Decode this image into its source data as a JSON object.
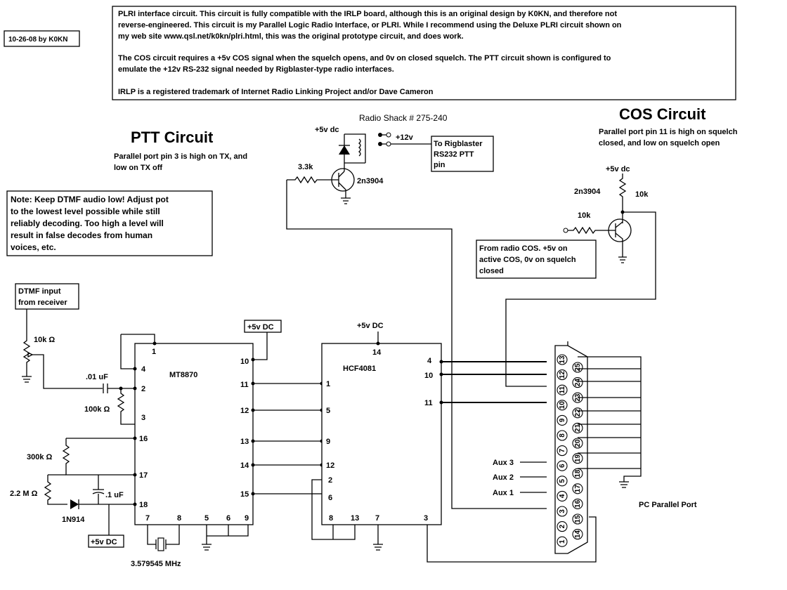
{
  "header": {
    "date_label": "10-26-08 by K0KN",
    "intro_lines": [
      "PLRI interface circuit. This circuit is fully compatible with the IRLP board, although this is an original design by K0KN, and therefore not",
      "reverse-engineered. This circuit is my Parallel Logic Radio Interface, or PLRI. While I recommend using the Deluxe PLRI circuit shown on",
      "my web site www.qsl.net/k0kn/plri.html, this was the original prototype circuit, and does work."
    ],
    "cos_note_lines": [
      "The COS circuit requires a +5v COS signal when the squelch opens, and 0v on closed squelch. The PTT circuit shown is configured to",
      "emulate the +12v RS-232 signal needed by Rigblaster-type radio interfaces."
    ],
    "trademark_line": "IRLP is a registered trademark of Internet Radio Linking Project and/or Dave Cameron"
  },
  "ptt": {
    "title": "PTT Circuit",
    "desc_lines": [
      "Parallel port pin 3 is high on TX, and",
      "low on TX off"
    ],
    "relay_label": "Radio Shack # 275-240",
    "supply": "+5v dc",
    "relay_out": "+12v",
    "resistor": "3.3k",
    "transistor": "2n3904",
    "rigblaster_lines": [
      "To Rigblaster",
      "RS232 PTT",
      "pin"
    ]
  },
  "cos": {
    "title": "COS Circuit",
    "desc_lines": [
      "Parallel port pin 11 is high on squelch",
      "closed, and low on squelch open"
    ],
    "supply": "+5v dc",
    "transistor": "2n3904",
    "collector_resistor": "10k",
    "base_resistor": "10k",
    "input_note_lines": [
      "From radio COS. +5v on",
      "active COS, 0v on squelch",
      "closed"
    ]
  },
  "dtmf_note_lines": [
    "Note: Keep DTMF audio low! Adjust pot",
    "to the lowest level possible while still",
    "reliably decoding. Too high a level will",
    "result in false decodes from human",
    "voices, etc."
  ],
  "dtmf_input_lines": [
    "DTMF input",
    "from receiver"
  ],
  "components": {
    "pot": "10k Ω",
    "cap_input": ".01 uF",
    "r_100k": "100k Ω",
    "r_300k": "300k Ω",
    "r_2m2": "2.2 M Ω",
    "diode": "1N914",
    "cap_01": ".1 uF",
    "supply_bottom": "+5v DC",
    "supply_top": "+5v DC",
    "crystal": "3.579545 MHz"
  },
  "mt8870": {
    "name": "MT8870",
    "left_pins": [
      "1",
      "4",
      "2",
      "3",
      "16",
      "17",
      "18"
    ],
    "right_pins": [
      "10",
      "11",
      "12",
      "13",
      "14",
      "15"
    ],
    "bottom_pins": [
      "7",
      "8",
      "5",
      "6",
      "9"
    ]
  },
  "hcf4081": {
    "name": "HCF4081",
    "supply": "+5v DC",
    "top_pin": "14",
    "left_pins": [
      "1",
      "5",
      "9",
      "12",
      "2",
      "6"
    ],
    "right_pins": [
      "4",
      "10",
      "11"
    ],
    "bottom_pins": [
      "8",
      "13",
      "7",
      "3"
    ]
  },
  "parallel_port": {
    "label": "PC Parallel Port",
    "top_row": [
      "13",
      "12",
      "11",
      "10",
      "9",
      "8",
      "7",
      "6",
      "5",
      "4",
      "3",
      "2",
      "1"
    ],
    "bottom_row": [
      "25",
      "24",
      "23",
      "22",
      "21",
      "20",
      "19",
      "18",
      "17",
      "16",
      "15",
      "14"
    ],
    "aux_labels": [
      "Aux 3",
      "Aux 2",
      "Aux 1"
    ]
  }
}
